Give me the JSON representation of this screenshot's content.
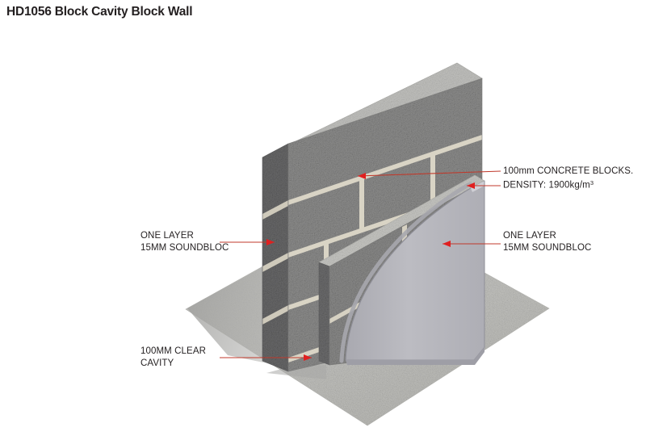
{
  "document": {
    "title": "HD1056 Block Cavity Block Wall",
    "code": "HD1056",
    "name": "Block Cavity Block Wall",
    "background_color": "#ffffff",
    "text_color": "#231f20"
  },
  "palette": {
    "leader_line": "#c0392b",
    "arrow_head": "#e02020",
    "block_face": "#8d8d8c",
    "block_top": "#b9b9b6",
    "block_side": "#5f5f60",
    "mortar": "#d9d5c8",
    "plasterboard_face": "#b3b3b9",
    "plasterboard_edge": "#9a9aa1",
    "plasterboard_top": "#c9c9cf",
    "slab_top": "#c6c6c2",
    "shadow": "#a9a9a6"
  },
  "callouts": [
    {
      "id": "concrete-blocks",
      "align": "left",
      "lines": [
        "100mm CONCRETE BLOCKS.",
        "DENSITY: 1900kg/m"
      ],
      "superscript": "3",
      "line1": "100mm CONCRETE BLOCKS.",
      "line2_prefix": "DENSITY: 1900kg/m",
      "line2_sup": "3"
    },
    {
      "id": "soundbloc-right",
      "align": "left",
      "line1": "ONE LAYER",
      "line2": "15MM SOUNDBLOC"
    },
    {
      "id": "soundbloc-left",
      "align": "left",
      "line1": "ONE LAYER",
      "line2": "15MM SOUNDBLOC"
    },
    {
      "id": "cavity",
      "align": "left",
      "line1": "100MM CLEAR",
      "line2": "CAVITY"
    }
  ],
  "labels": {
    "concrete_blocks_line1": "100mm CONCRETE BLOCKS.",
    "concrete_blocks_line2_prefix": "DENSITY: 1900kg/m",
    "concrete_blocks_line2_sup": "3",
    "soundbloc_right_line1": "ONE LAYER",
    "soundbloc_right_line2": "15MM SOUNDBLOC",
    "soundbloc_left_line1": "ONE LAYER",
    "soundbloc_left_line2": "15MM SOUNDBLOC",
    "cavity_line1": "100MM CLEAR",
    "cavity_line2": "CAVITY"
  },
  "construction": {
    "type": "cavity-wall-isometric-cutaway",
    "layers": [
      {
        "name": "outer-leaf-concrete-block",
        "thickness_mm": 100,
        "density_kg_m3": 1900
      },
      {
        "name": "clear-cavity",
        "thickness_mm": 100
      },
      {
        "name": "inner-leaf-concrete-block",
        "thickness_mm": 100,
        "density_kg_m3": 1900
      },
      {
        "name": "soundbloc-plasterboard",
        "thickness_mm": 15,
        "layers_count": 1
      }
    ],
    "substrate": "concrete-ground-slab"
  }
}
